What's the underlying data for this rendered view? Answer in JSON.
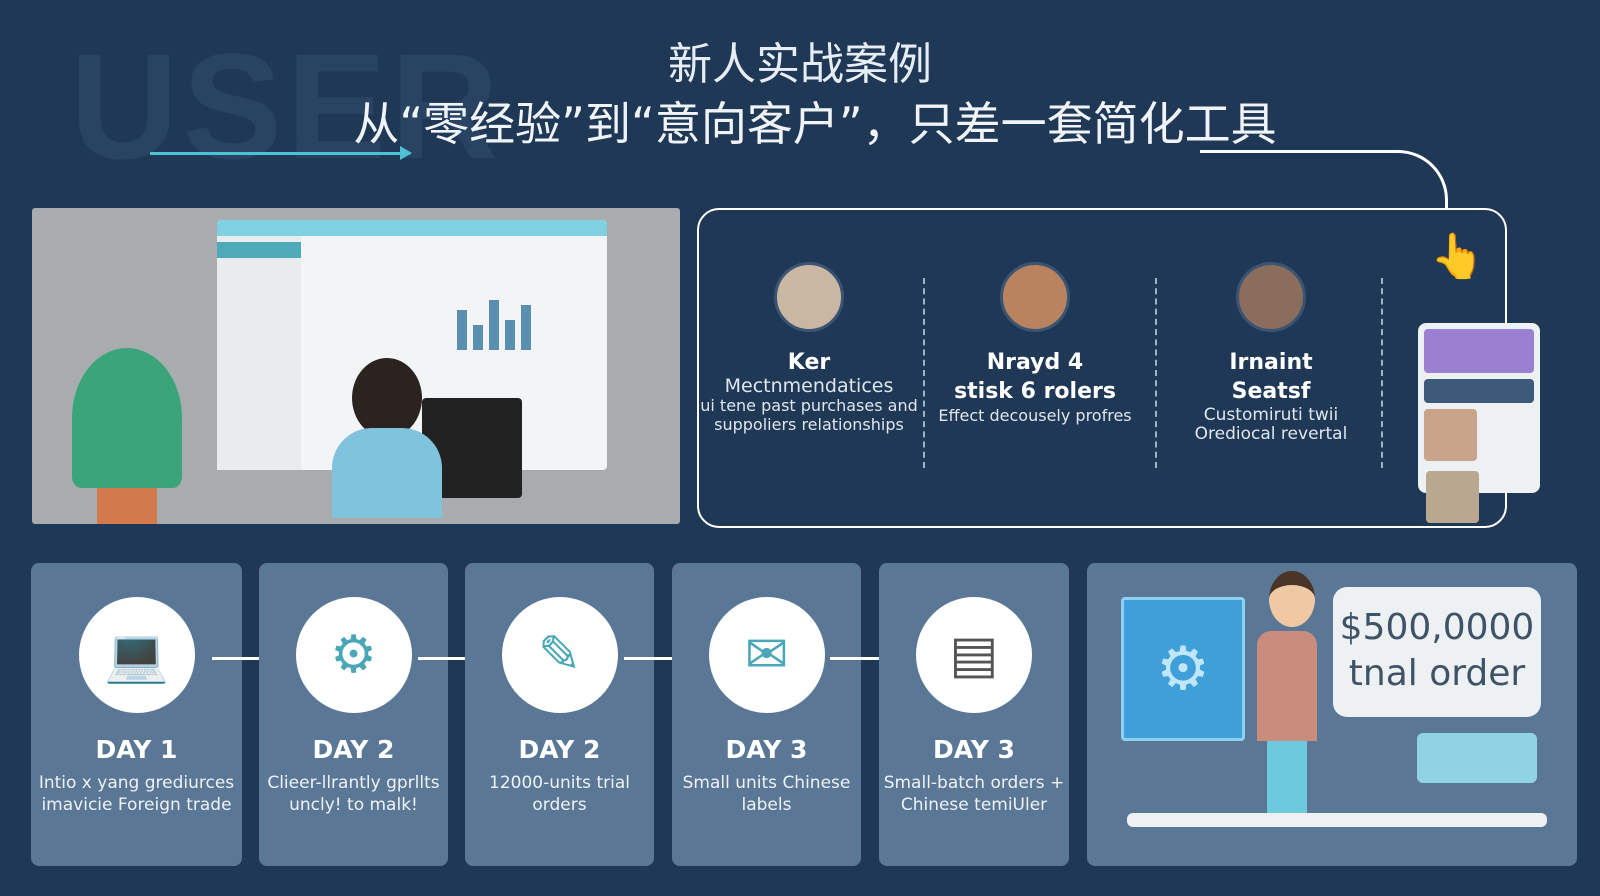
{
  "header": {
    "background_word": "USER",
    "title": "新人实战案例",
    "subtitle": "从“零经验”到“意向客户”，只差一套简化工具"
  },
  "team": [
    {
      "name": "Ker",
      "desc_bold": "Mectnmendatices",
      "desc": "ui tene past purchases and suppoliers relationships"
    },
    {
      "name": "Nrayd 4",
      "desc_bold": "stisk 6 rolers",
      "desc": "Effect decousely profres"
    },
    {
      "name": "Irnaint",
      "desc_bold": "Seatsf",
      "desc": "Customiruti twii Orediocal revertal"
    }
  ],
  "steps": [
    {
      "day": "DAY 1",
      "desc": "Intio x yang grediurces imavicie Foreign trade",
      "icon": "laptop-icon"
    },
    {
      "day": "DAY 2",
      "desc": "Clieer-llrantly gprllts uncly! to malk!",
      "icon": "network-icon"
    },
    {
      "day": "DAY 2",
      "desc": "12000-units trial orders",
      "icon": "workflow-icon"
    },
    {
      "day": "DAY 3",
      "desc": "Small units Chinese labels",
      "icon": "envelope-icon"
    },
    {
      "day": "DAY 3",
      "desc": "Small-batch orders + Chinese temiUler",
      "icon": "document-icon"
    }
  ],
  "result": {
    "amount": "$500,0000",
    "label": "tnal order"
  },
  "colors": {
    "background": "#1f3855",
    "card": "#5a7896",
    "accent": "#4fc1d4"
  }
}
